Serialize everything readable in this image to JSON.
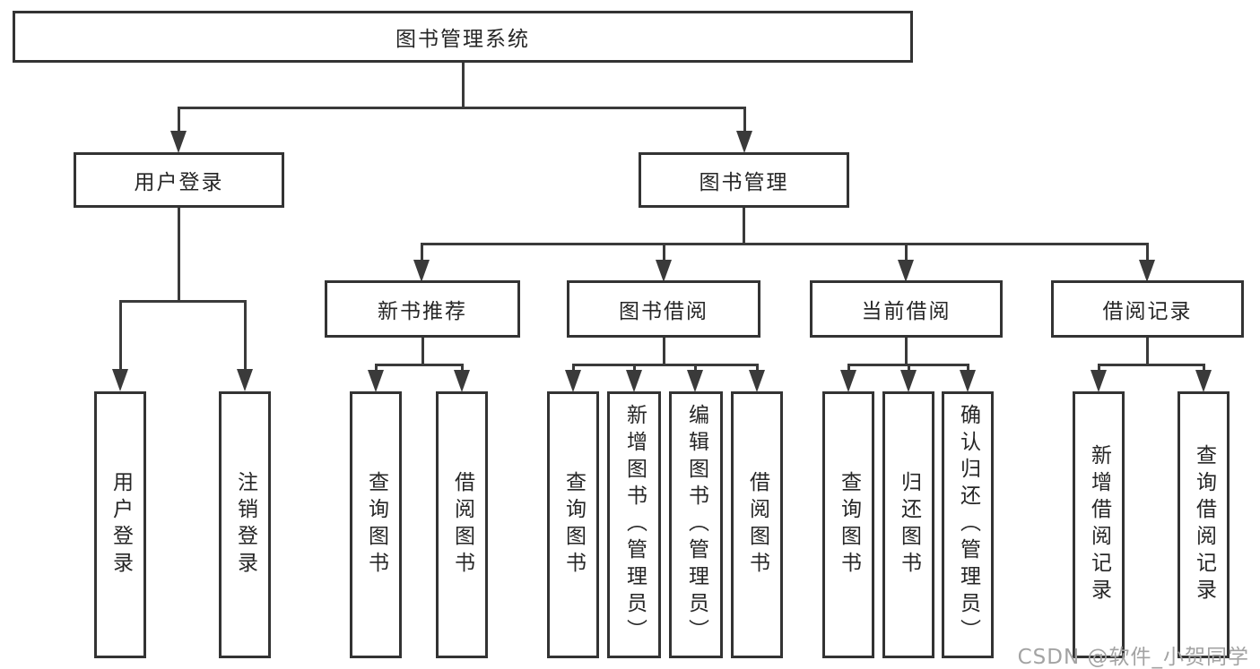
{
  "tree": {
    "root": {
      "label": "图书管理系统"
    },
    "branches": [
      {
        "label": "用户登录",
        "children": [
          "用户登录",
          "注销登录"
        ]
      },
      {
        "label": "图书管理",
        "children": [
          {
            "label": "新书推荐",
            "children": [
              "查询图书",
              "借阅图书"
            ]
          },
          {
            "label": "图书借阅",
            "children": [
              "查询图书",
              "新增图书（管理员）",
              "编辑图书（管理员）",
              "借阅图书"
            ]
          },
          {
            "label": "当前借阅",
            "children": [
              "查询图书",
              "归还图书",
              "确认归还（管理员）"
            ]
          },
          {
            "label": "借阅记录",
            "children": [
              "新增借阅记录",
              "查询借阅记录"
            ]
          }
        ]
      }
    ]
  },
  "watermark": {
    "text": "CSDN @软件_小贺同学"
  },
  "colors": {
    "line": "#3a3a3a",
    "box_border": "#333333",
    "text": "#262626",
    "watermark": "#a3a3a3",
    "background": "#ffffff"
  }
}
